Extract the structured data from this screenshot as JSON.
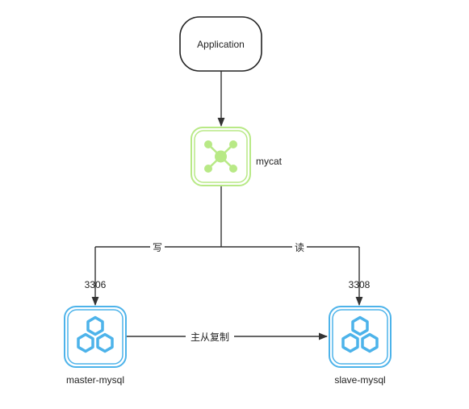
{
  "nodes": {
    "application": {
      "label": "Application"
    },
    "mycat": {
      "label": "mycat"
    },
    "master": {
      "label": "master-mysql",
      "port": "3306"
    },
    "slave": {
      "label": "slave-mysql",
      "port": "3308"
    }
  },
  "edges": {
    "write": "写",
    "read": "读",
    "replication": "主从复制"
  },
  "colors": {
    "mycat": "#b8e986",
    "mysql": "#4db3ea",
    "line": "#333333"
  },
  "icons": {
    "mycat": "network-hub-icon",
    "mysql": "hexagon-cluster-icon"
  }
}
